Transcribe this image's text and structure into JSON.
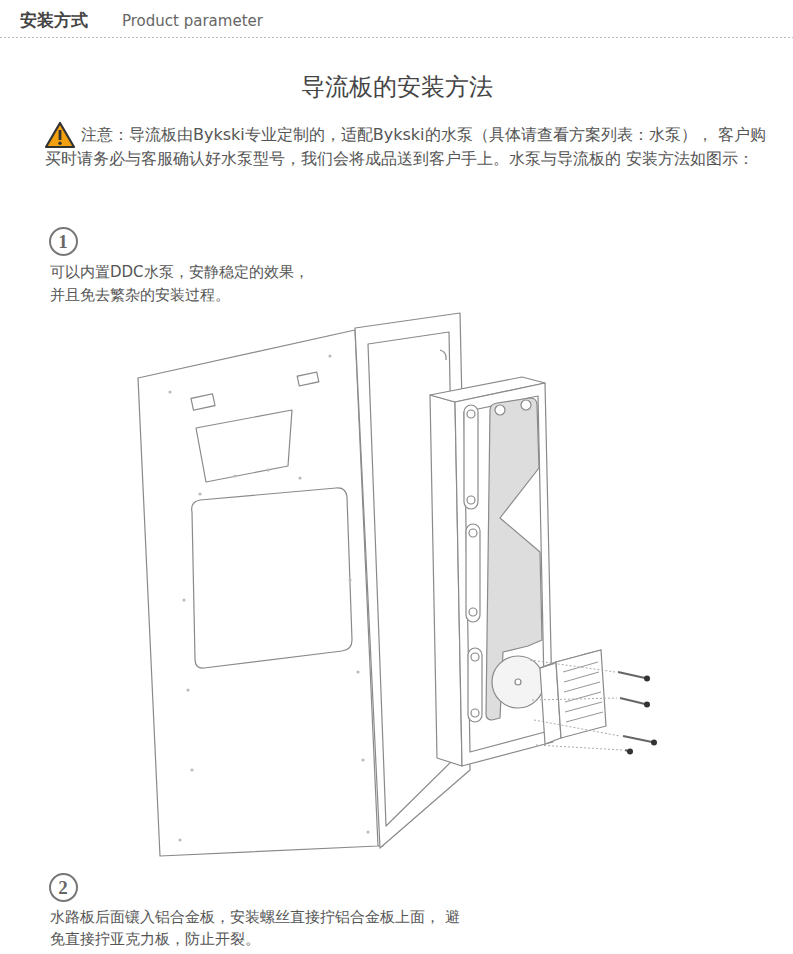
{
  "diagram": {
    "title": "导流板的安装方法",
    "nodes": [
      {
        "text": [
          "1"
        ]
      },
      {
        "text": [
          "2"
        ]
      }
    ],
    "labels": [
      "安装方式",
      "Product parameter",
      "注意：导流板由Bykski专业定制的，适配Bykski的水泵（具体请查看方案列表：水泵）， 客户购买时请务必与客服确认好水泵型号，我们会将成品送到客户手上。水泵与导流板的 安装方法如图示：",
      "可以内置DDC水泵，安静稳定的效果， 并且免去繁杂的安装过程。",
      "水路板后面镶入铝合金板，安装螺丝直接拧铝合金板上面， 避免直接拧亚克力板，防止开裂。"
    ]
  }
}
